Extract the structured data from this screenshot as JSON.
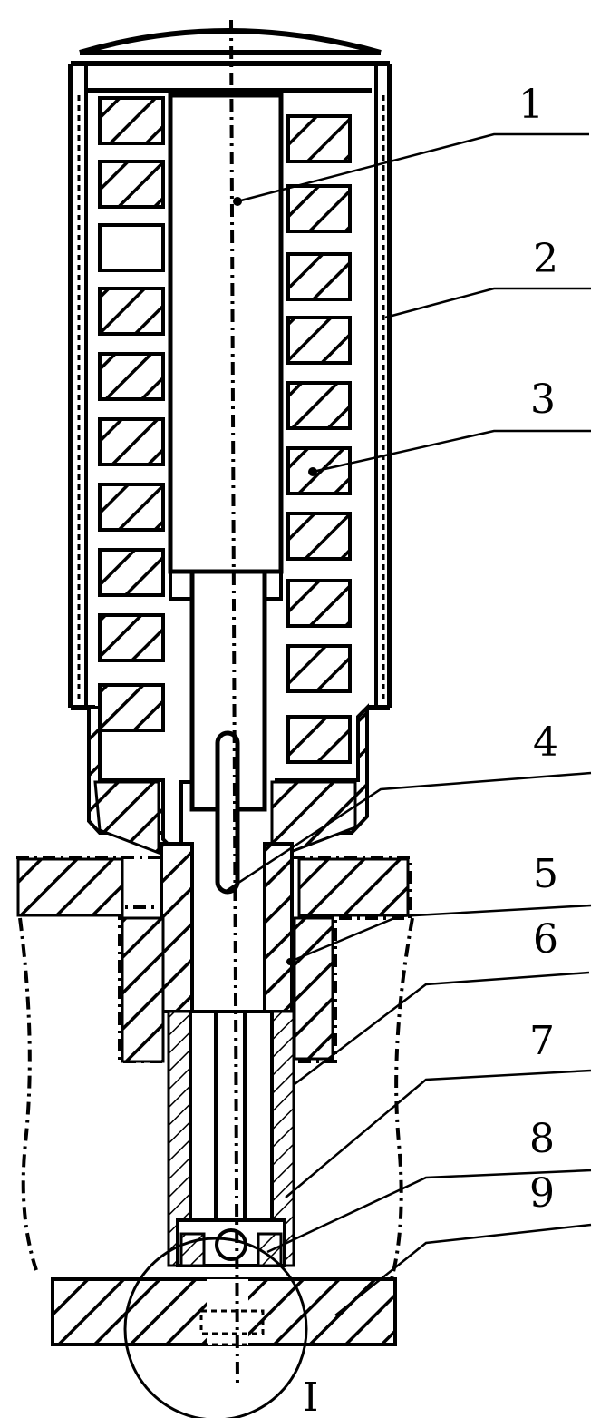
{
  "diagram": {
    "parts": [
      {
        "id": "part-1",
        "label": "1"
      },
      {
        "id": "part-2",
        "label": "2"
      },
      {
        "id": "part-3",
        "label": "3"
      },
      {
        "id": "part-4",
        "label": "4"
      },
      {
        "id": "part-5",
        "label": "5"
      },
      {
        "id": "part-6",
        "label": "6"
      },
      {
        "id": "part-7",
        "label": "7"
      },
      {
        "id": "part-8",
        "label": "8"
      },
      {
        "id": "part-9",
        "label": "9"
      }
    ],
    "detail_marker": "I"
  }
}
